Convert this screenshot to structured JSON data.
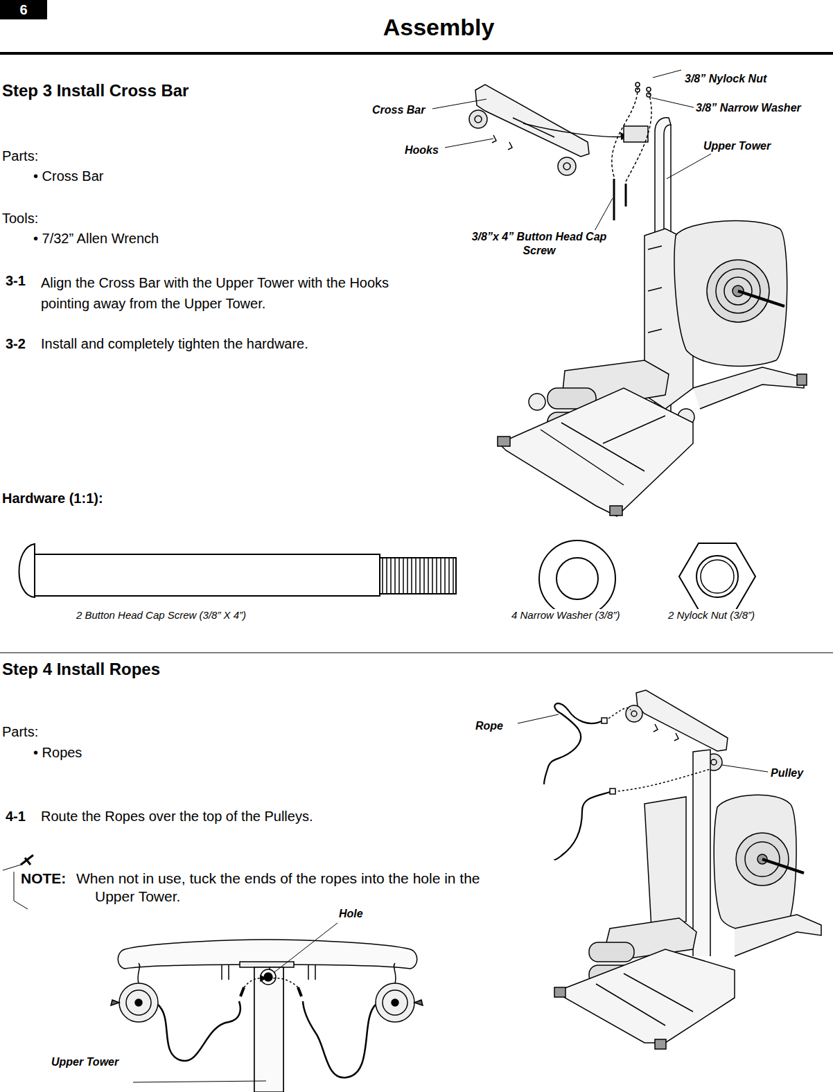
{
  "diagram": {
    "title": "Assembly",
    "nodes": [
      {
        "text": [
          "6"
        ]
      }
    ],
    "labels": [
      "Step 3 Install Cross Bar",
      "Parts:",
      "• Cross Bar",
      "Tools:",
      "• 7/32” Allen Wrench",
      "3-1",
      "Align the Cross Bar with the Upper Tower with the Hooks pointing away from the Upper Tower.",
      "3-2",
      "Install and completely tighten the hardware.",
      "Hardware (1:1):",
      "2 Button Head Cap Screw (3/8” X 4”)",
      "4 Narrow Washer (3/8”)",
      "2 Nylock Nut (3/8”)",
      "3/8” Nylock Nut",
      "Cross Bar",
      "3/8” Narrow Washer",
      "Hooks",
      "Upper Tower",
      "3/8”x 4” Button Head Cap Screw",
      "Step 4 Install Ropes",
      "Parts:",
      "• Ropes",
      "4-1",
      "Route the Ropes over the top of the Pulleys.",
      "NOTE:",
      "When not in use, tuck the ends of the ropes into the hole in the Upper Tower.",
      "Rope",
      "Pulley",
      "Hole",
      "Upper Tower"
    ]
  }
}
